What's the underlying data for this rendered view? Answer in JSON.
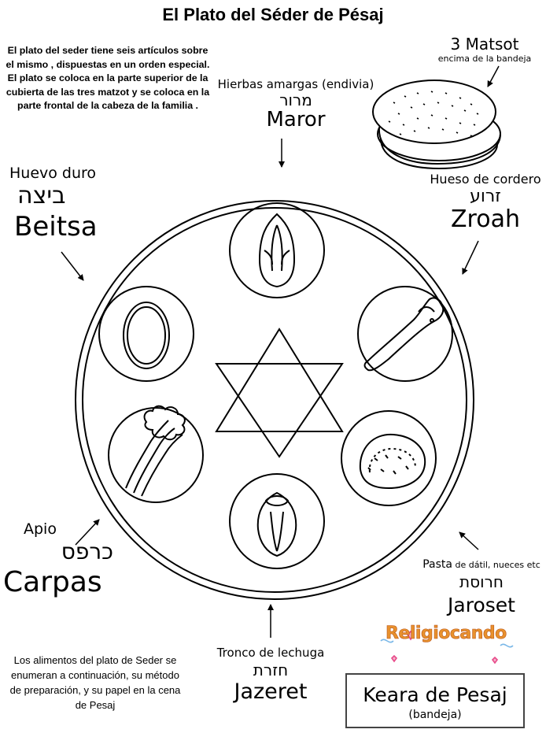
{
  "title": "El Plato del Séder de Pésaj",
  "intro": "El plato del seder tiene seis artículos sobre el mismo , dispuestas en un orden especial. El plato se coloca en la parte superior de la cubierta de las tres matzot y se coloca en la parte frontal de la cabeza de la familia .",
  "matsot": {
    "title": "3 Matsot",
    "subtitle": "encima de la bandeja"
  },
  "maror": {
    "spanish": "Hierbas amargas (endivia)",
    "hebrew": "מרור",
    "name": "Maror"
  },
  "beitsa": {
    "spanish": "Huevo duro",
    "hebrew": "ביצה",
    "name": "Beitsa"
  },
  "zroah": {
    "spanish": "Hueso de cordero",
    "hebrew": "זרוע",
    "name": "Zroah"
  },
  "carpas": {
    "spanish": "Apio",
    "hebrew": "כרפס",
    "name": "Carpas"
  },
  "jaroset": {
    "spanish_main": "Pasta",
    "spanish_rest": " de dátil, nueces etc",
    "hebrew": "חרוסת",
    "name": "Jaroset"
  },
  "jazeret": {
    "spanish": "Tronco de lechuga",
    "hebrew": "חזרת",
    "name": "Jazeret"
  },
  "outro": "Los alimentos del plato de Seder se enumeran a continuación, su método de preparación, y su papel en la cena de Pesaj",
  "logo": "Religiocando",
  "keara": {
    "title": "Keara de Pesaj",
    "subtitle": "(bandeja)"
  },
  "colors": {
    "logo_fill": "#e8912d",
    "logo_stroke": "#b9541a",
    "line": "#000000"
  }
}
